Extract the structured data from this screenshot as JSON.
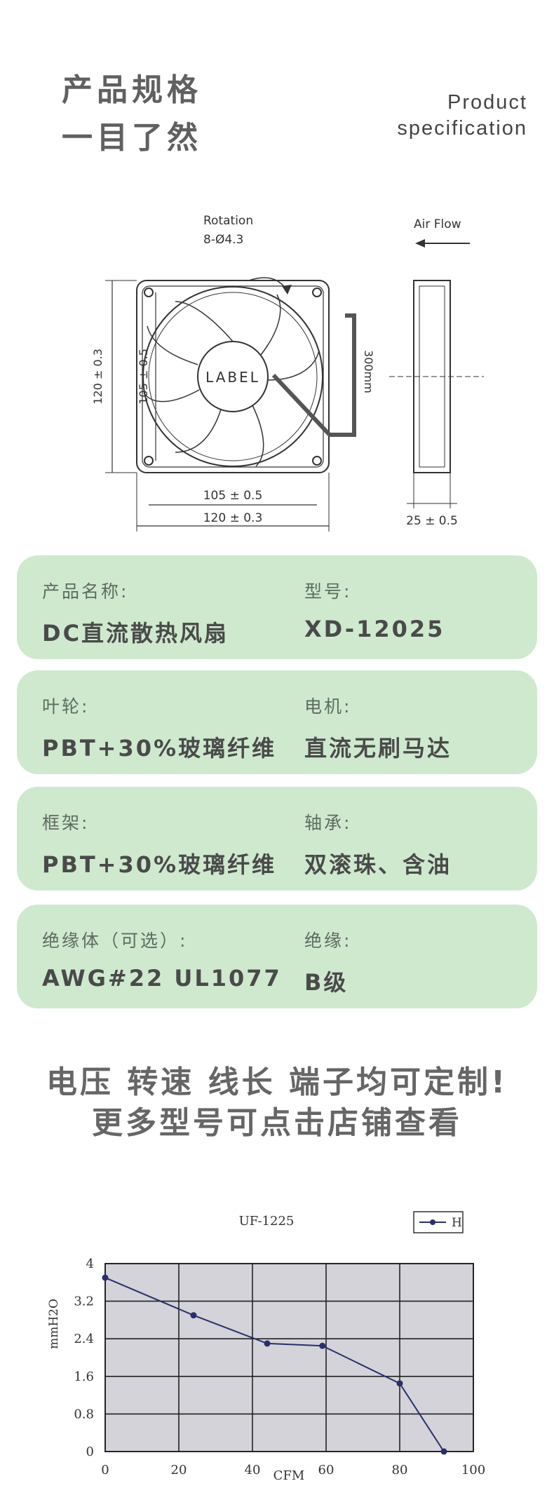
{
  "header": {
    "title_line1": "产品规格",
    "title_line2": "一目了然",
    "subtitle_line1": "Product",
    "subtitle_line2": "specification"
  },
  "drawing": {
    "rotation_label": "Rotation",
    "holes_label": "8-Ø4.3",
    "airflow_label": "Air Flow",
    "fan_label": "LABEL",
    "cable_length_label": "300mm",
    "dim_outer_vertical": "120 ± 0.3",
    "dim_inner_vertical": "105 ± 0.5",
    "dim_inner_horizontal": "105 ± 0.5",
    "dim_outer_horizontal": "120 ± 0.3",
    "dim_thickness": "25 ± 0.5"
  },
  "specs": [
    {
      "left_label": "产品名称:",
      "left_value": "DC直流散热风扇",
      "right_label": "型号:",
      "right_value": "XD-12025"
    },
    {
      "left_label": "叶轮:",
      "left_value": "PBT+30%玻璃纤维",
      "right_label": "电机:",
      "right_value": "直流无刷马达"
    },
    {
      "left_label": "框架:",
      "left_value": "PBT+30%玻璃纤维",
      "right_label": "轴承:",
      "right_value": "双滚珠、含油"
    },
    {
      "left_label": "绝缘体（可选）:",
      "left_value": "AWG#22 UL1077",
      "right_label": "绝缘:",
      "right_value": "B级"
    }
  ],
  "promo": {
    "line1": "电压 转速 线长 端子均可定制!",
    "line2": "更多型号可点击店铺查看"
  },
  "colors": {
    "card_background": "#cfe9cf",
    "chart_background": "#d3d3d9",
    "chart_line": "#2a2f6b"
  },
  "chart_data": {
    "type": "line",
    "title": "UF-1225",
    "xlabel": "CFM",
    "ylabel": "mmH2O",
    "xlim": [
      0,
      100
    ],
    "ylim": [
      0,
      4
    ],
    "x_ticks": [
      "0",
      "20",
      "40",
      "60",
      "80",
      "100"
    ],
    "y_ticks": [
      "0",
      "0.8",
      "1.6",
      "2.4",
      "3.2",
      "4"
    ],
    "grid": true,
    "legend_position": "top-right",
    "series": [
      {
        "name": "H",
        "x": [
          0,
          24,
          44,
          59,
          80,
          92
        ],
        "y": [
          3.7,
          2.9,
          2.3,
          2.25,
          1.45,
          0
        ]
      }
    ]
  }
}
